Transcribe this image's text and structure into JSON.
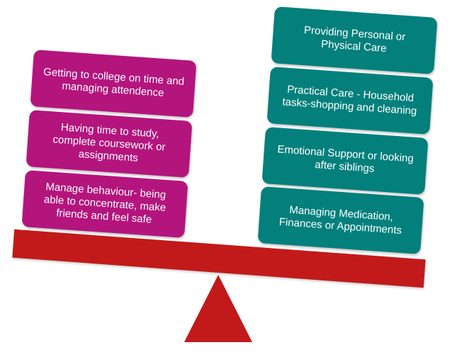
{
  "colors": {
    "left_boxes": "#b3157d",
    "right_boxes": "#03807c",
    "beam": "#c21a1a",
    "fulcrum": "#c21a1a"
  },
  "left_items": [
    "Getting to college on time and managing attendence",
    "Having time to study, complete coursework or assignments",
    "Manage behaviour- being able to concentrate, make friends and feel safe"
  ],
  "right_items": [
    "Providing Personal or Physical Care",
    "Practical Care - Household tasks-shopping and cleaning",
    "Emotional Support or looking after siblings",
    "Managing Medication, Finances or Appointments"
  ]
}
